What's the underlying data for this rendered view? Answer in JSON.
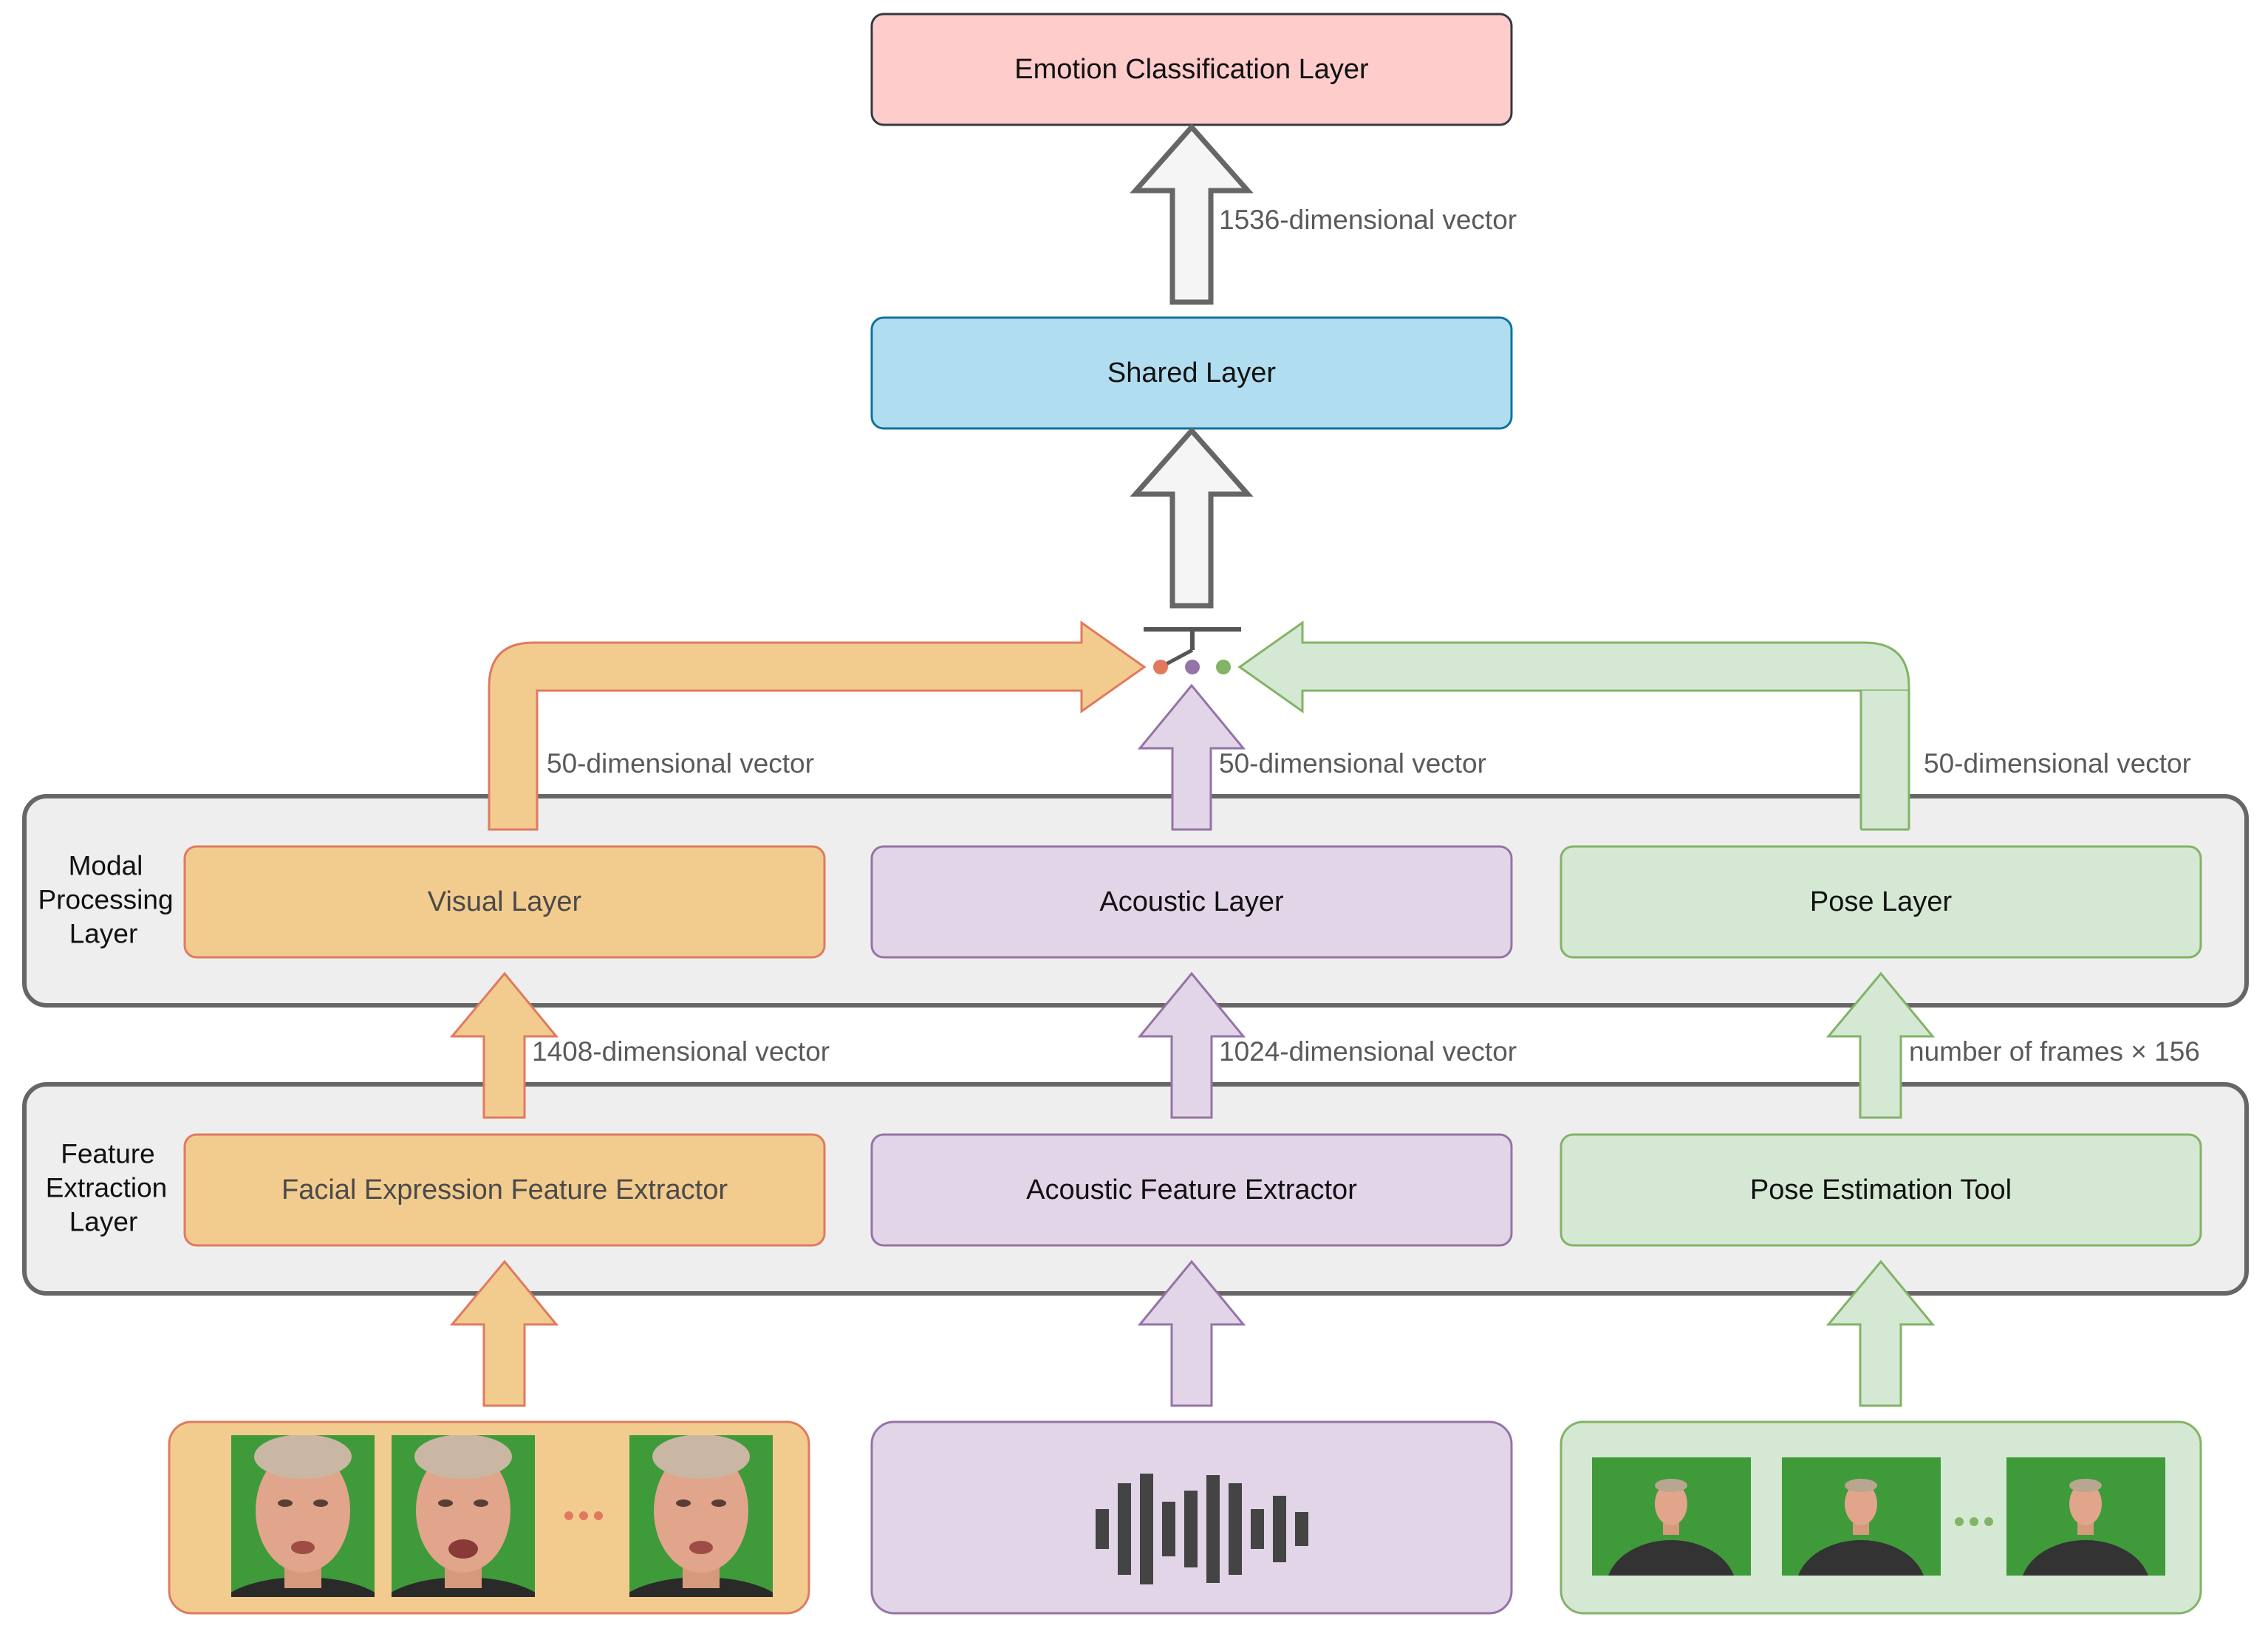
{
  "colors": {
    "red_fill": "#ffcccc",
    "red_stroke": "#36393d",
    "blue_fill": "#b1ddf0",
    "blue_stroke": "#10739e",
    "orange_fill": "#f2cc8f",
    "orange_stroke": "#e07a5f",
    "purple_fill": "#e1d5e7",
    "purple_stroke": "#9673a6",
    "green_fill": "#d5e8d4",
    "green_stroke": "#82b366",
    "gray_fill": "#eeeeee",
    "gray_stroke": "#666666",
    "arrow_fill": "#f5f5f5",
    "arrow_stroke": "#666666"
  },
  "layers": {
    "emotion": "Emotion Classification Layer",
    "shared": "Shared Layer",
    "modal_group": [
      "Modal",
      "Processing",
      "Layer"
    ],
    "feature_group": [
      "Feature",
      "Extraction",
      "Layer"
    ],
    "visual": "Visual Layer",
    "acoustic": "Acoustic Layer",
    "pose": "Pose Layer",
    "facial_extractor": "Facial Expression Feature Extractor",
    "acoustic_extractor": "Acoustic Feature Extractor",
    "pose_tool": "Pose Estimation Tool"
  },
  "vectors": {
    "fused": "1536-dimensional vector",
    "visual_out": "50-dimensional vector",
    "acoustic_out": "50-dimensional vector",
    "pose_out": "50-dimensional vector",
    "facial_in": "1408-dimensional vector",
    "acoustic_in": "1024-dimensional vector",
    "pose_in": "number of frames × 156"
  },
  "icons": {
    "concat": "concatenate-icon",
    "waveform": "audio-waveform-icon",
    "faces": "face-frame-image",
    "poses": "body-frame-image"
  }
}
